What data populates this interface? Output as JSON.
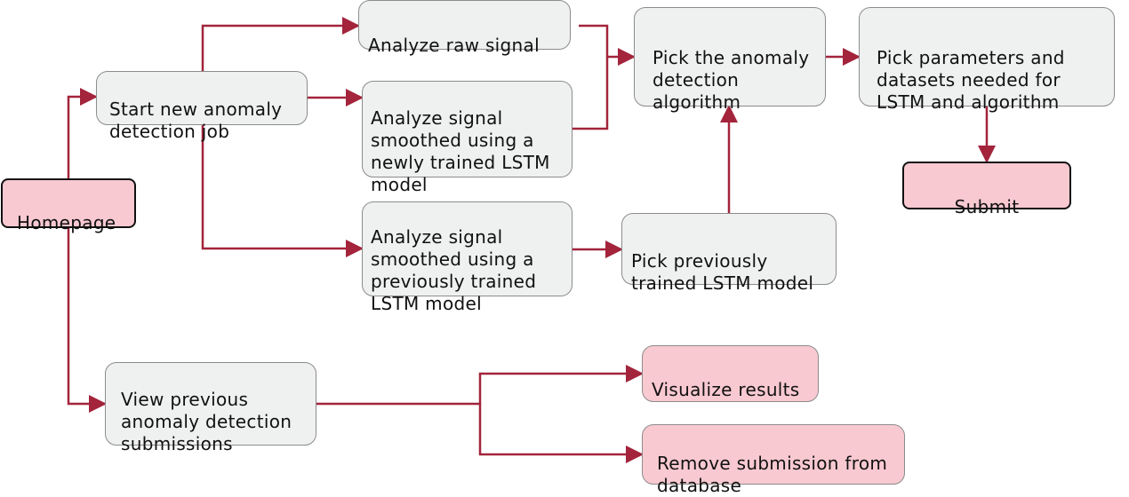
{
  "colors": {
    "edge": "#a3243b",
    "plain_fill": "#eff0f0",
    "highlight_fill": "#f8c9d1",
    "border": "#8c8c8c"
  },
  "nodes": {
    "homepage": "Homepage",
    "start_job": "Start new anomaly\ndetection job",
    "raw_signal": "Analyze raw signal",
    "new_lstm": "Analyze signal\nsmoothed using a\nnewly trained LSTM\nmodel",
    "prev_lstm": "Analyze signal\nsmoothed using a\npreviously trained\nLSTM model",
    "pick_prev_model": "Pick previously\ntrained LSTM model",
    "pick_algorithm": "Pick the anomaly\ndetection\nalgorithm",
    "pick_params": "Pick parameters and\ndatasets needed for\nLSTM and algorithm",
    "submit": "Submit",
    "view_prev": "View previous\nanomaly detection\nsubmissions",
    "visualize": "Visualize results",
    "remove": "Remove submission from\ndatabase"
  }
}
